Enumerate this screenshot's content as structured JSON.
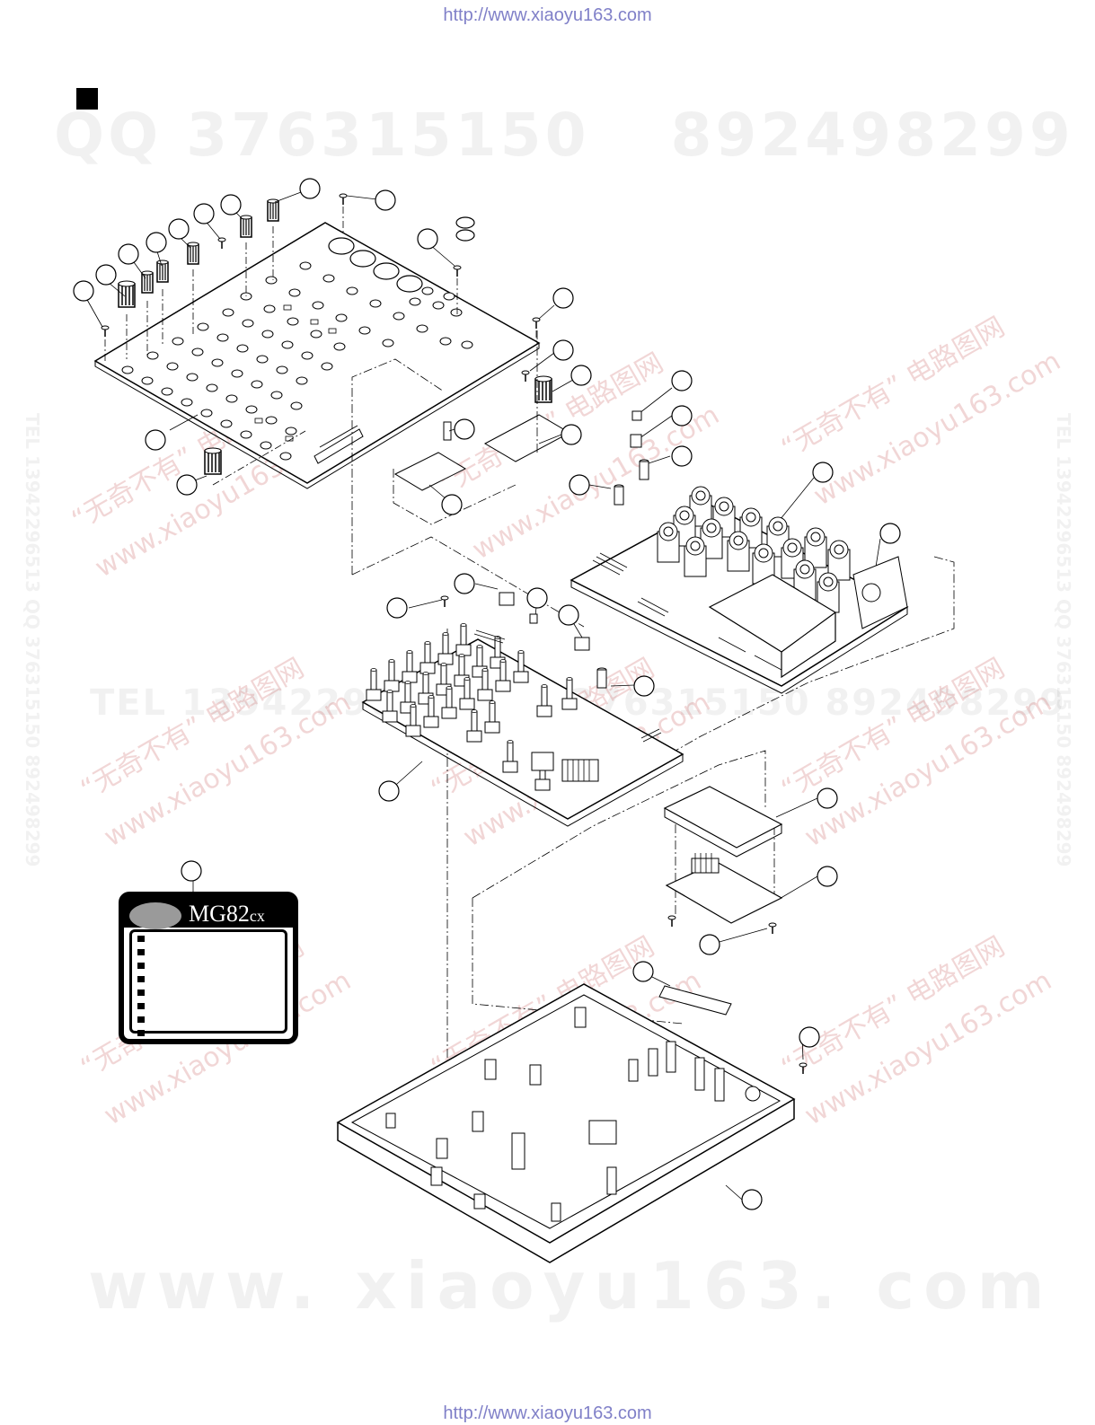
{
  "header": {
    "url": "http://www.xiaoyu163.com"
  },
  "footer": {
    "url": "http://www.xiaoyu163.com"
  },
  "watermarks": {
    "qq_prefix": "QQ 376315150",
    "qq_second": "892498299",
    "tel": "TEL 13942296513  QQ 376315150  892498299",
    "www": "www. xiaoyu163. com",
    "diag_cn": "“无奇不有”  电路图网",
    "diag_url": "www.xiaoyu163.com",
    "side": "TEL 13942296513  QQ 376315150  892498299"
  },
  "label_panel": {
    "model": "MG82",
    "model_suffix": "cx"
  }
}
